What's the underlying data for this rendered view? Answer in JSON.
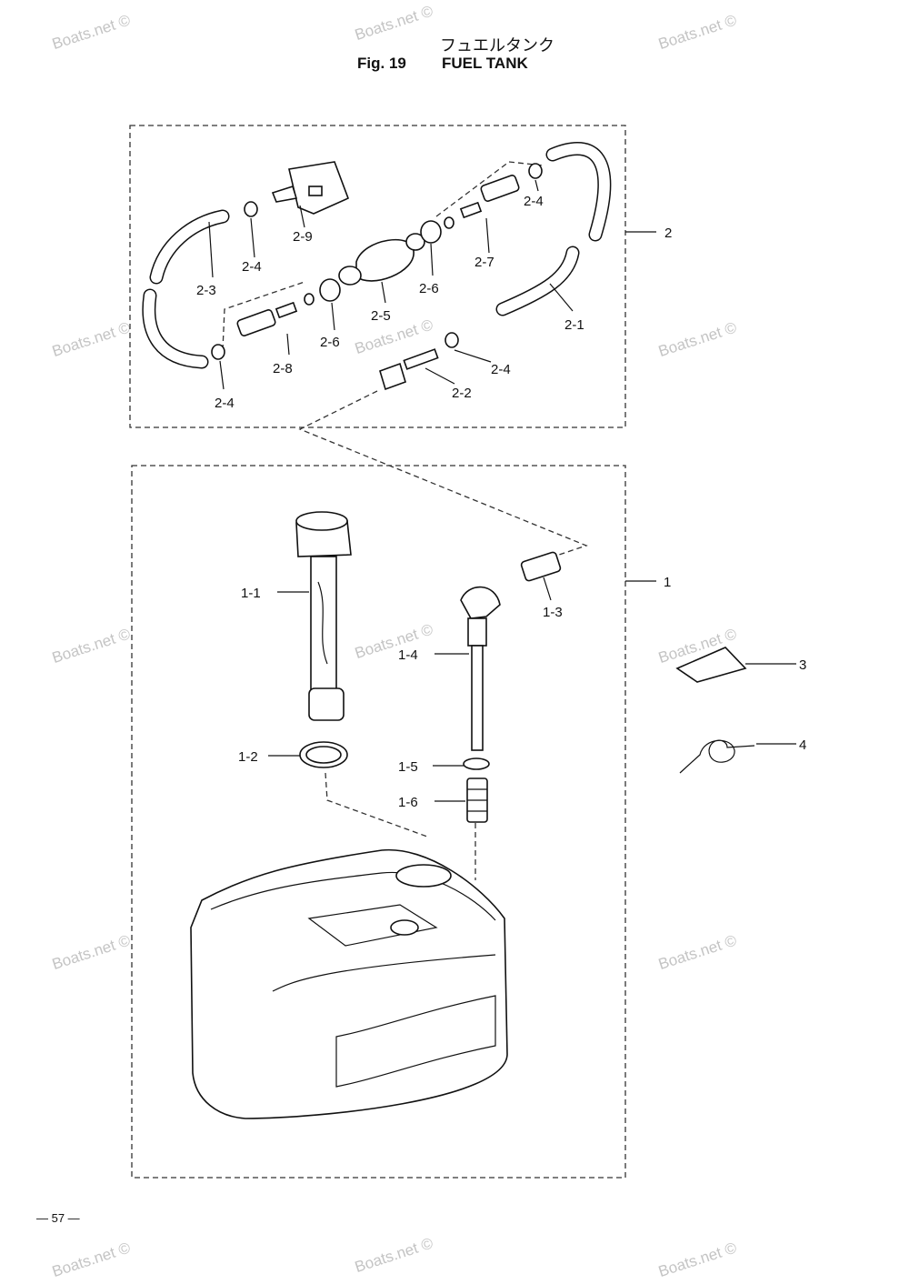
{
  "header": {
    "title_jp": "フュエルタンク",
    "fig_label": "Fig. 19",
    "title": "FUEL TANK"
  },
  "watermark": "Boats.net ©",
  "callouts": {
    "c1": "1",
    "c2": "2",
    "c3": "3",
    "c4": "4",
    "c1_1": "1-1",
    "c1_2": "1-2",
    "c1_3": "1-3",
    "c1_4": "1-4",
    "c1_5": "1-5",
    "c1_6": "1-6",
    "c2_1": "2-1",
    "c2_2": "2-2",
    "c2_3": "2-3",
    "c2_4a": "2-4",
    "c2_4b": "2-4",
    "c2_4c": "2-4",
    "c2_4d": "2-4",
    "c2_5": "2-5",
    "c2_6a": "2-6",
    "c2_6b": "2-6",
    "c2_7": "2-7",
    "c2_8": "2-8",
    "c2_9": "2-9"
  },
  "footer": {
    "page_number": "— 57 —"
  }
}
